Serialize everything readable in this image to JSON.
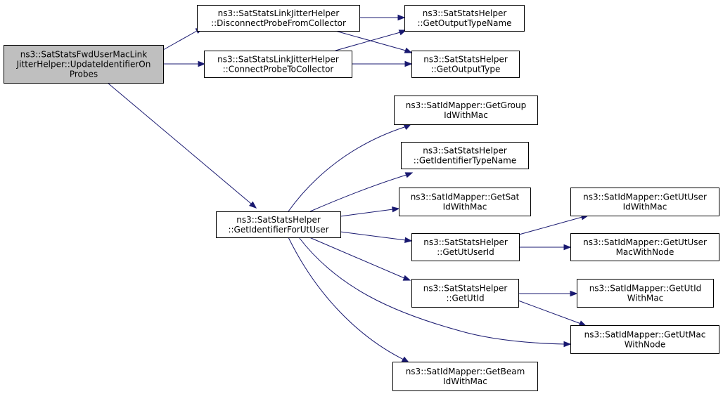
{
  "graph": {
    "colors": {
      "edge": "#191970",
      "root_fill": "#bfbfbf",
      "node_fill": "#ffffff",
      "border": "#000000"
    },
    "nodes": {
      "root": {
        "lines": [
          "ns3::SatStatsFwdUserMacLink",
          "JitterHelper::UpdateIdentifierOn",
          "Probes"
        ]
      },
      "disconnect": {
        "lines": [
          "ns3::SatStatsLinkJitterHelper",
          "::DisconnectProbeFromCollector"
        ]
      },
      "connect": {
        "lines": [
          "ns3::SatStatsLinkJitterHelper",
          "::ConnectProbeToCollector"
        ]
      },
      "outTypeName": {
        "lines": [
          "ns3::SatStatsHelper",
          "::GetOutputTypeName"
        ]
      },
      "outType": {
        "lines": [
          "ns3::SatStatsHelper",
          "::GetOutputType"
        ]
      },
      "getIdUtUser": {
        "lines": [
          "ns3::SatStatsHelper",
          "::GetIdentifierForUtUser"
        ]
      },
      "groupIdMac": {
        "lines": [
          "ns3::SatIdMapper::GetGroup",
          "IdWithMac"
        ]
      },
      "idTypeName": {
        "lines": [
          "ns3::SatStatsHelper",
          "::GetIdentifierTypeName"
        ]
      },
      "satIdMac": {
        "lines": [
          "ns3::SatIdMapper::GetSat",
          "IdWithMac"
        ]
      },
      "utUserId": {
        "lines": [
          "ns3::SatStatsHelper",
          "::GetUtUserId"
        ]
      },
      "utId": {
        "lines": [
          "ns3::SatStatsHelper",
          "::GetUtId"
        ]
      },
      "beamIdMac": {
        "lines": [
          "ns3::SatIdMapper::GetBeam",
          "IdWithMac"
        ]
      },
      "utUserIdMac": {
        "lines": [
          "ns3::SatIdMapper::GetUtUser",
          "IdWithMac"
        ]
      },
      "utUserMacNode": {
        "lines": [
          "ns3::SatIdMapper::GetUtUser",
          "MacWithNode"
        ]
      },
      "utIdMac": {
        "lines": [
          "ns3::SatIdMapper::GetUtId",
          "WithMac"
        ]
      },
      "utMacNode": {
        "lines": [
          "ns3::SatIdMapper::GetUtMac",
          "WithNode"
        ]
      }
    },
    "edges": [
      [
        "root",
        "disconnect"
      ],
      [
        "root",
        "connect"
      ],
      [
        "root",
        "getIdUtUser"
      ],
      [
        "disconnect",
        "outTypeName"
      ],
      [
        "disconnect",
        "outType"
      ],
      [
        "connect",
        "outTypeName"
      ],
      [
        "connect",
        "outType"
      ],
      [
        "getIdUtUser",
        "groupIdMac"
      ],
      [
        "getIdUtUser",
        "idTypeName"
      ],
      [
        "getIdUtUser",
        "satIdMac"
      ],
      [
        "getIdUtUser",
        "utUserId"
      ],
      [
        "getIdUtUser",
        "utId"
      ],
      [
        "getIdUtUser",
        "utMacNode"
      ],
      [
        "getIdUtUser",
        "beamIdMac"
      ],
      [
        "utUserId",
        "utUserIdMac"
      ],
      [
        "utUserId",
        "utUserMacNode"
      ],
      [
        "utId",
        "utIdMac"
      ],
      [
        "utId",
        "utMacNode"
      ]
    ]
  }
}
